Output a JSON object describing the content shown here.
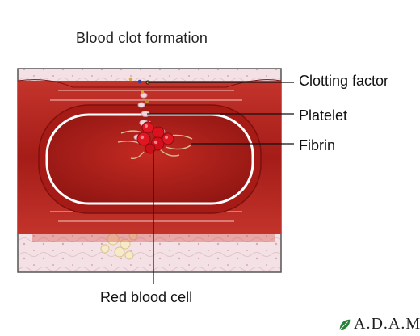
{
  "title": "Blood clot formation",
  "labels": {
    "clotting_factor": "Clotting factor",
    "platelet": "Platelet",
    "fibrin": "Fibrin",
    "red_blood_cell": "Red blood cell"
  },
  "logo": {
    "text": "A.D.A.M.",
    "icon": "leaf-icon"
  },
  "colors": {
    "vessel_wall": "#b3211d",
    "vessel_dark": "#8e1412",
    "lumen": "#b5201b",
    "tissue": "#f1dce1",
    "rbc": "#d8121c",
    "platelet": "#f0d4d8",
    "fibrin": "#c9b08a"
  }
}
